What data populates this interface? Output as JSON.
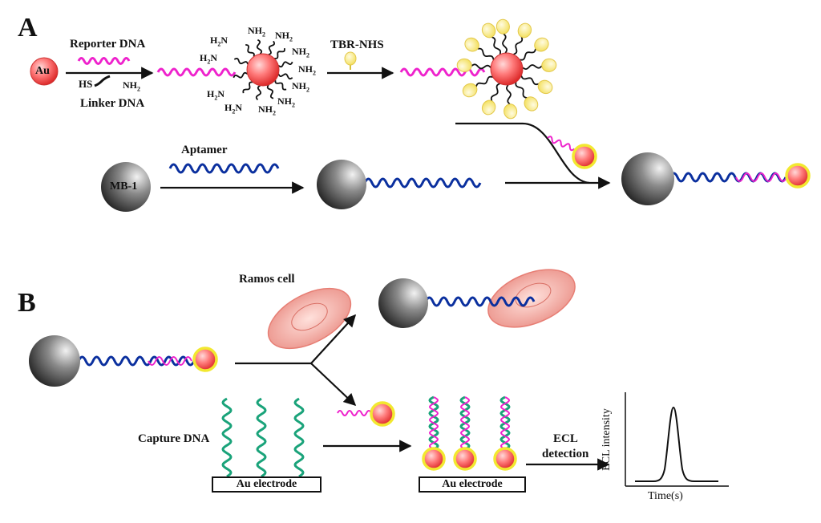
{
  "panels": {
    "a": "A",
    "b": "B"
  },
  "labels": {
    "au_particle": "Au",
    "reporter_dna": "Reporter DNA",
    "linker_dna": "Linker DNA",
    "hs": "HS",
    "tbr_nhs": "TBR-NHS",
    "aptamer": "Aptamer",
    "mb1": "MB-1",
    "ramos_cell": "Ramos cell",
    "capture_dna": "Capture DNA",
    "au_electrode_1": "Au electrode",
    "au_electrode_2": "Au electrode",
    "ecl_line1": "ECL",
    "ecl_line2": "detection",
    "y_axis": "ECL intensity",
    "x_axis": "Time(s)"
  },
  "amine": {
    "nh": "NH",
    "h": "H",
    "n": "N",
    "sub2": "2"
  },
  "colors": {
    "reporter_dna": "#ee22cc",
    "aptamer": "#0a2f9e",
    "capture_dna": "#1aa37a",
    "gold_ring": "#f2e830",
    "gold_core": "#ff6e6e",
    "tbr_label": "#f5e97a",
    "cell": "#f3a9a0",
    "bead": "#555555"
  }
}
